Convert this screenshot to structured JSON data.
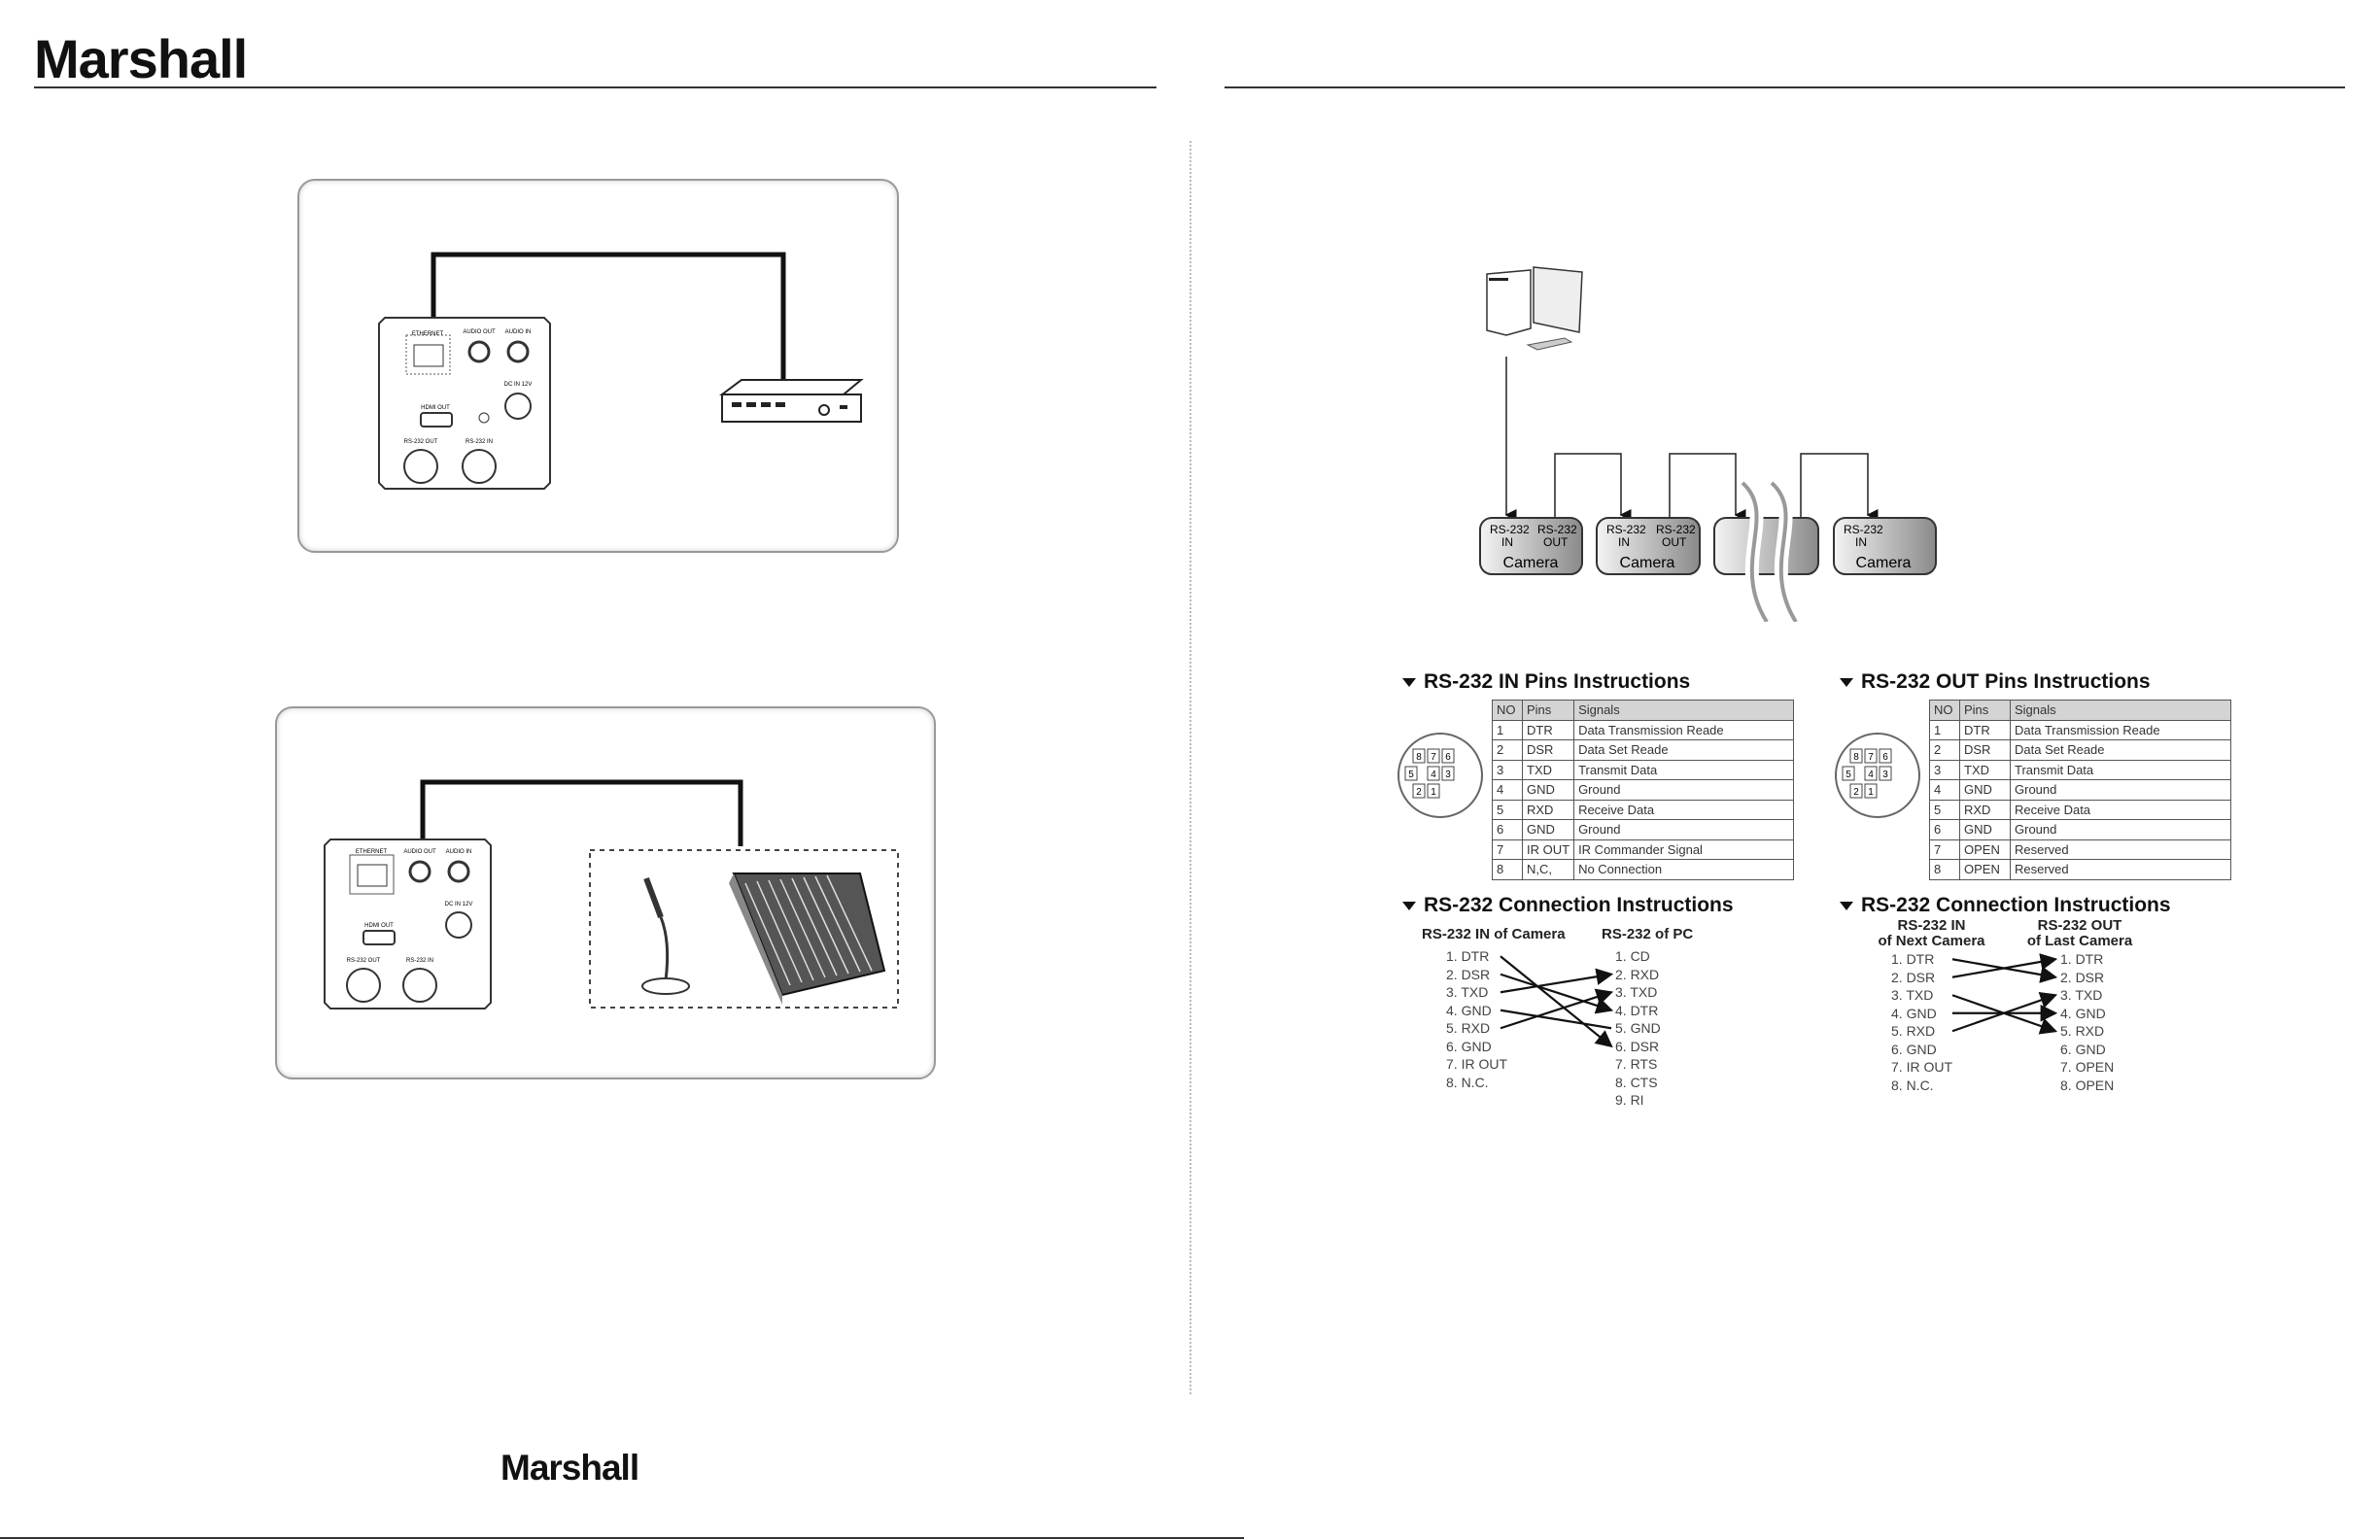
{
  "header": {
    "brand": "Marshall"
  },
  "footer": {
    "brand": "Marshall"
  },
  "camera_panel": {
    "ethernet": "ETHERNET",
    "audio_out": "AUDIO OUT",
    "audio_in": "AUDIO IN",
    "hdmi_out": "HDMI OUT",
    "dc_in": "DC IN 12V",
    "rs232_out": "RS-232 OUT",
    "rs232_in": "RS-232 IN"
  },
  "network": {
    "cameras": [
      {
        "in": "RS-232\nIN",
        "out": "RS-232\nOUT",
        "label": "Camera",
        "in_l1": "RS-232",
        "in_l2": "IN",
        "out_l1": "RS-232",
        "out_l2": "OUT"
      },
      {
        "in_l1": "RS-232",
        "in_l2": "IN",
        "out_l1": "RS-232",
        "out_l2": "OUT",
        "label": "Camera"
      },
      {
        "label": ""
      },
      {
        "in_l1": "RS-232",
        "in_l2": "IN",
        "label": "Camera"
      }
    ]
  },
  "in_pins": {
    "title": "RS-232 IN Pins Instructions",
    "headers": [
      "NO",
      "Pins",
      "Signals"
    ],
    "rows": [
      [
        "1",
        "DTR",
        "Data Transmission Reade"
      ],
      [
        "2",
        "DSR",
        "Data Set Reade"
      ],
      [
        "3",
        "TXD",
        "Transmit Data"
      ],
      [
        "4",
        "GND",
        "Ground"
      ],
      [
        "5",
        "RXD",
        "Receive Data"
      ],
      [
        "6",
        "GND",
        "Ground"
      ],
      [
        "7",
        "IR OUT",
        "IR Commander Signal"
      ],
      [
        "8",
        "N,C,",
        "No Connection"
      ]
    ],
    "connector_pins": [
      "8",
      "7",
      "6",
      "5",
      "4",
      "3",
      "2",
      "1"
    ]
  },
  "out_pins": {
    "title": "RS-232 OUT Pins Instructions",
    "headers": [
      "NO",
      "Pins",
      "Signals"
    ],
    "rows": [
      [
        "1",
        "DTR",
        "Data Transmission Reade"
      ],
      [
        "2",
        "DSR",
        "Data Set Reade"
      ],
      [
        "3",
        "TXD",
        "Transmit Data"
      ],
      [
        "4",
        "GND",
        "Ground"
      ],
      [
        "5",
        "RXD",
        "Receive Data"
      ],
      [
        "6",
        "GND",
        "Ground"
      ],
      [
        "7",
        "OPEN",
        "Reserved"
      ],
      [
        "8",
        "OPEN",
        "Reserved"
      ]
    ],
    "connector_pins": [
      "8",
      "7",
      "6",
      "5",
      "4",
      "3",
      "2",
      "1"
    ]
  },
  "conn_pc": {
    "title": "RS-232 Connection Instructions",
    "left_header": "RS-232 IN of Camera",
    "right_header": "RS-232 of PC",
    "left": [
      "1. DTR",
      "2. DSR",
      "3. TXD",
      "4. GND",
      "5. RXD",
      "6. GND",
      "7. IR OUT",
      "8. N.C."
    ],
    "right": [
      "1. CD",
      "2. RXD",
      "3. TXD",
      "4. DTR",
      "5. GND",
      "6. DSR",
      "7. RTS",
      "8. CTS",
      "9. RI"
    ],
    "links": [
      [
        1,
        6,
        true
      ],
      [
        2,
        4,
        true
      ],
      [
        3,
        2,
        true
      ],
      [
        4,
        5,
        false
      ],
      [
        5,
        3,
        true
      ]
    ]
  },
  "conn_cam": {
    "title": "RS-232 Connection Instructions",
    "left_header_1": "RS-232 IN",
    "left_header_2": "of Next Camera",
    "right_header_1": "RS-232 OUT",
    "right_header_2": "of Last Camera",
    "left": [
      "1. DTR",
      "2. DSR",
      "3. TXD",
      "4. GND",
      "5. RXD",
      "6. GND",
      "7. IR OUT",
      "8. N.C."
    ],
    "right": [
      "1. DTR",
      "2. DSR",
      "3. TXD",
      "4. GND",
      "5. RXD",
      "6. GND",
      "7. OPEN",
      "8. OPEN"
    ],
    "links": [
      [
        1,
        2,
        true
      ],
      [
        2,
        1,
        true
      ],
      [
        3,
        5,
        true
      ],
      [
        4,
        4,
        true
      ],
      [
        5,
        3,
        true
      ]
    ]
  }
}
